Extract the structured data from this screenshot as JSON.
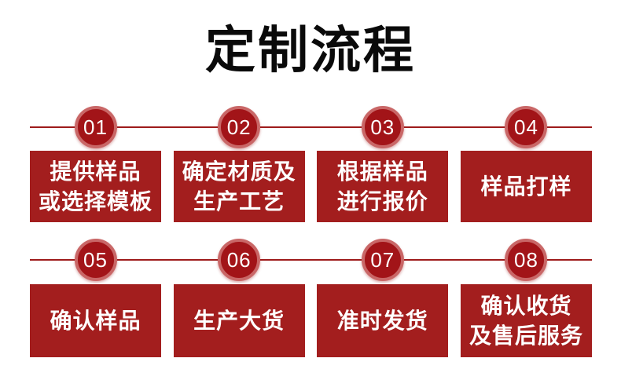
{
  "title": "定制流程",
  "colors": {
    "box_red": "#a31e1e",
    "circle_inner_red": "#a21418",
    "circle_ring_red": "#c96767",
    "connector_line_red": "#9e1b1b",
    "label_white": "#ffffff",
    "title_black": "#0a0a0a"
  },
  "rows": [
    {
      "steps": [
        {
          "number": "01",
          "label": "提供样品\n或选择模板"
        },
        {
          "number": "02",
          "label": "确定材质及\n生产工艺"
        },
        {
          "number": "03",
          "label": "根据样品\n进行报价"
        },
        {
          "number": "04",
          "label": "样品打样"
        }
      ]
    },
    {
      "steps": [
        {
          "number": "05",
          "label": "确认样品"
        },
        {
          "number": "06",
          "label": "生产大货"
        },
        {
          "number": "07",
          "label": "准时发货"
        },
        {
          "number": "08",
          "label": "确认收货\n及售后服务"
        }
      ]
    }
  ]
}
